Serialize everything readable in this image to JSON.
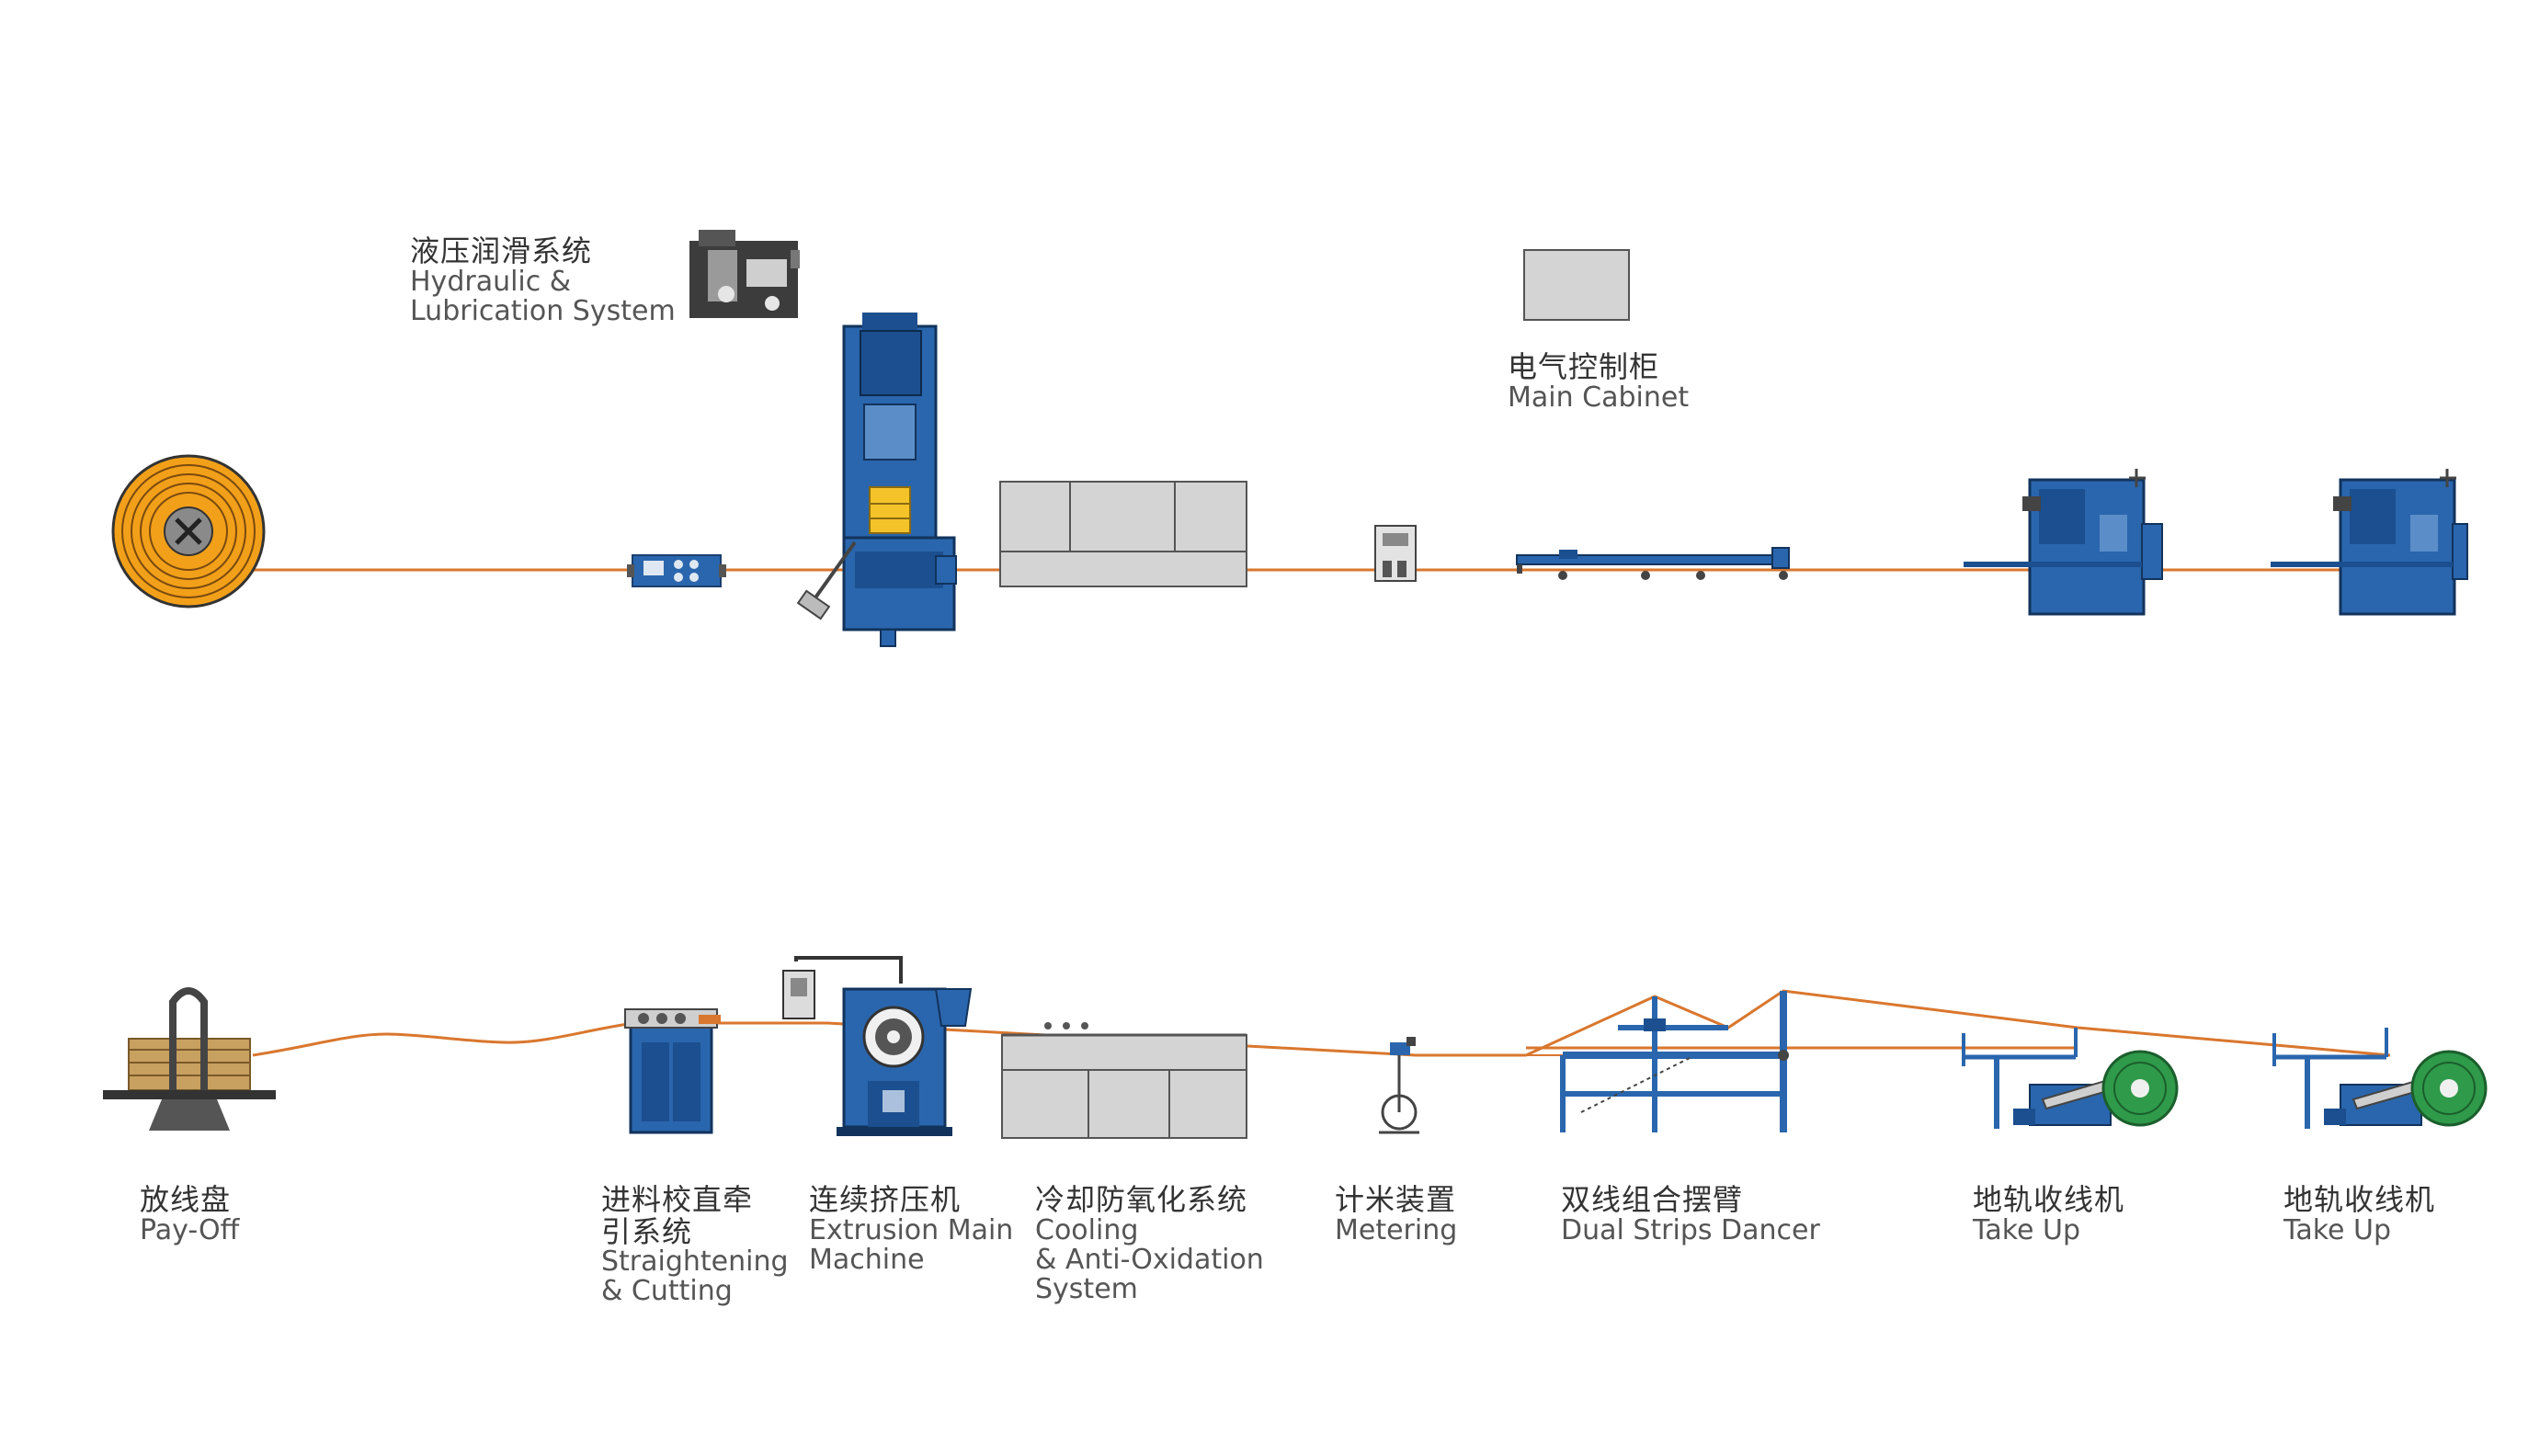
{
  "colors": {
    "blue": "#2a66ad",
    "blue_dark": "#1b4f8f",
    "wire": "#d9772e",
    "gray": "#d4d4d4",
    "gray_line": "#555555",
    "coil": "#f2a019",
    "green": "#2f9a4a",
    "yellow": "#f4c32a"
  },
  "top_labels": {
    "hydraulic": {
      "cn": "液压润滑系统",
      "en1": "Hydraulic &",
      "en2": "Lubrication System"
    },
    "cabinet": {
      "cn": "电气控制柜",
      "en1": "Main Cabinet"
    }
  },
  "bottom_labels": [
    {
      "cn1": "放线盘",
      "en1": "Pay-Off"
    },
    {
      "cn1": "进料校直牵",
      "cn2": "引系统",
      "en1": "Straightening",
      "en2": "& Cutting"
    },
    {
      "cn1": "连续挤压机",
      "en1": "Extrusion Main",
      "en2": "Machine"
    },
    {
      "cn1": "冷却防氧化系统",
      "en1": "Cooling",
      "en2": "& Anti-Oxidation",
      "en3": "System"
    },
    {
      "cn1": "计米装置",
      "en1": "Metering"
    },
    {
      "cn1": "双线组合摆臂",
      "en1": "Dual Strips Dancer"
    },
    {
      "cn1": "地轨收线机",
      "en1": "Take Up"
    },
    {
      "cn1": "地轨收线机",
      "en1": "Take Up"
    }
  ]
}
